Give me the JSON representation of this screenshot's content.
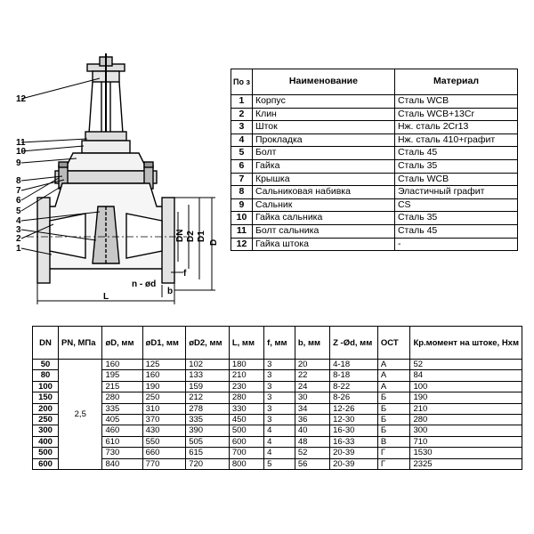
{
  "drawing": {
    "callouts": [
      "12",
      "11",
      "10",
      "9",
      "8",
      "7",
      "6",
      "5",
      "4",
      "3",
      "2",
      "1"
    ],
    "dims": {
      "dn": "DN",
      "d2": "D2",
      "d1": "D1",
      "d": "D",
      "f": "f",
      "b": "b",
      "l": "L",
      "bolt": "n - ød"
    }
  },
  "parts_table": {
    "headers": {
      "num": "По з",
      "name": "Наименование",
      "material": "Материал"
    },
    "rows": [
      {
        "num": "1",
        "name": "Корпус",
        "material": "Сталь WCB"
      },
      {
        "num": "2",
        "name": "Клин",
        "material": "Сталь WCB+13Cr"
      },
      {
        "num": "3",
        "name": "Шток",
        "material": "Нж. сталь 2Cr13"
      },
      {
        "num": "4",
        "name": "Прокладка",
        "material": "Нж. сталь 410+графит"
      },
      {
        "num": "5",
        "name": "Болт",
        "material": "Сталь 45"
      },
      {
        "num": "6",
        "name": "Гайка",
        "material": "Сталь 35"
      },
      {
        "num": "7",
        "name": "Крышка",
        "material": "Сталь WCB"
      },
      {
        "num": "8",
        "name": "Сальниковая набивка",
        "material": "Эластичный графит"
      },
      {
        "num": "9",
        "name": "Сальник",
        "material": "CS"
      },
      {
        "num": "10",
        "name": "Гайка сальника",
        "material": "Сталь 35"
      },
      {
        "num": "11",
        "name": "Болт сальника",
        "material": "Сталь 45"
      },
      {
        "num": "12",
        "name": "Гайка штока",
        "material": "-"
      }
    ]
  },
  "spec_table": {
    "headers": [
      "DN",
      "PN, МПа",
      "øD, мм",
      "øD1, мм",
      "øD2, мм",
      "L, мм",
      "f, мм",
      "b, мм",
      "Z -Ød, мм",
      "ОСТ",
      "Кр.момент на штоке, Нхм"
    ],
    "pn": "2,5",
    "rows": [
      {
        "dn": "50",
        "d": "160",
        "d1": "125",
        "d2": "102",
        "l": "180",
        "f": "3",
        "b": "20",
        "z": "4-18",
        "ost": "А",
        "torque": "52"
      },
      {
        "dn": "80",
        "d": "195",
        "d1": "160",
        "d2": "133",
        "l": "210",
        "f": "3",
        "b": "22",
        "z": "8-18",
        "ost": "А",
        "torque": "84"
      },
      {
        "dn": "100",
        "d": "215",
        "d1": "190",
        "d2": "159",
        "l": "230",
        "f": "3",
        "b": "24",
        "z": "8-22",
        "ost": "А",
        "torque": "100"
      },
      {
        "dn": "150",
        "d": "280",
        "d1": "250",
        "d2": "212",
        "l": "280",
        "f": "3",
        "b": "30",
        "z": "8-26",
        "ost": "Б",
        "torque": "190"
      },
      {
        "dn": "200",
        "d": "335",
        "d1": "310",
        "d2": "278",
        "l": "330",
        "f": "3",
        "b": "34",
        "z": "12-26",
        "ost": "Б",
        "torque": "210"
      },
      {
        "dn": "250",
        "d": "405",
        "d1": "370",
        "d2": "335",
        "l": "450",
        "f": "3",
        "b": "36",
        "z": "12-30",
        "ost": "Б",
        "torque": "280"
      },
      {
        "dn": "300",
        "d": "460",
        "d1": "430",
        "d2": "390",
        "l": "500",
        "f": "4",
        "b": "40",
        "z": "16-30",
        "ost": "Б",
        "torque": "300"
      },
      {
        "dn": "400",
        "d": "610",
        "d1": "550",
        "d2": "505",
        "l": "600",
        "f": "4",
        "b": "48",
        "z": "16-33",
        "ost": "В",
        "torque": "710"
      },
      {
        "dn": "500",
        "d": "730",
        "d1": "660",
        "d2": "615",
        "l": "700",
        "f": "4",
        "b": "52",
        "z": "20-39",
        "ost": "Г",
        "torque": "1530"
      },
      {
        "dn": "600",
        "d": "840",
        "d1": "770",
        "d2": "720",
        "l": "800",
        "f": "5",
        "b": "56",
        "z": "20-39",
        "ost": "Г",
        "torque": "2325"
      }
    ]
  }
}
